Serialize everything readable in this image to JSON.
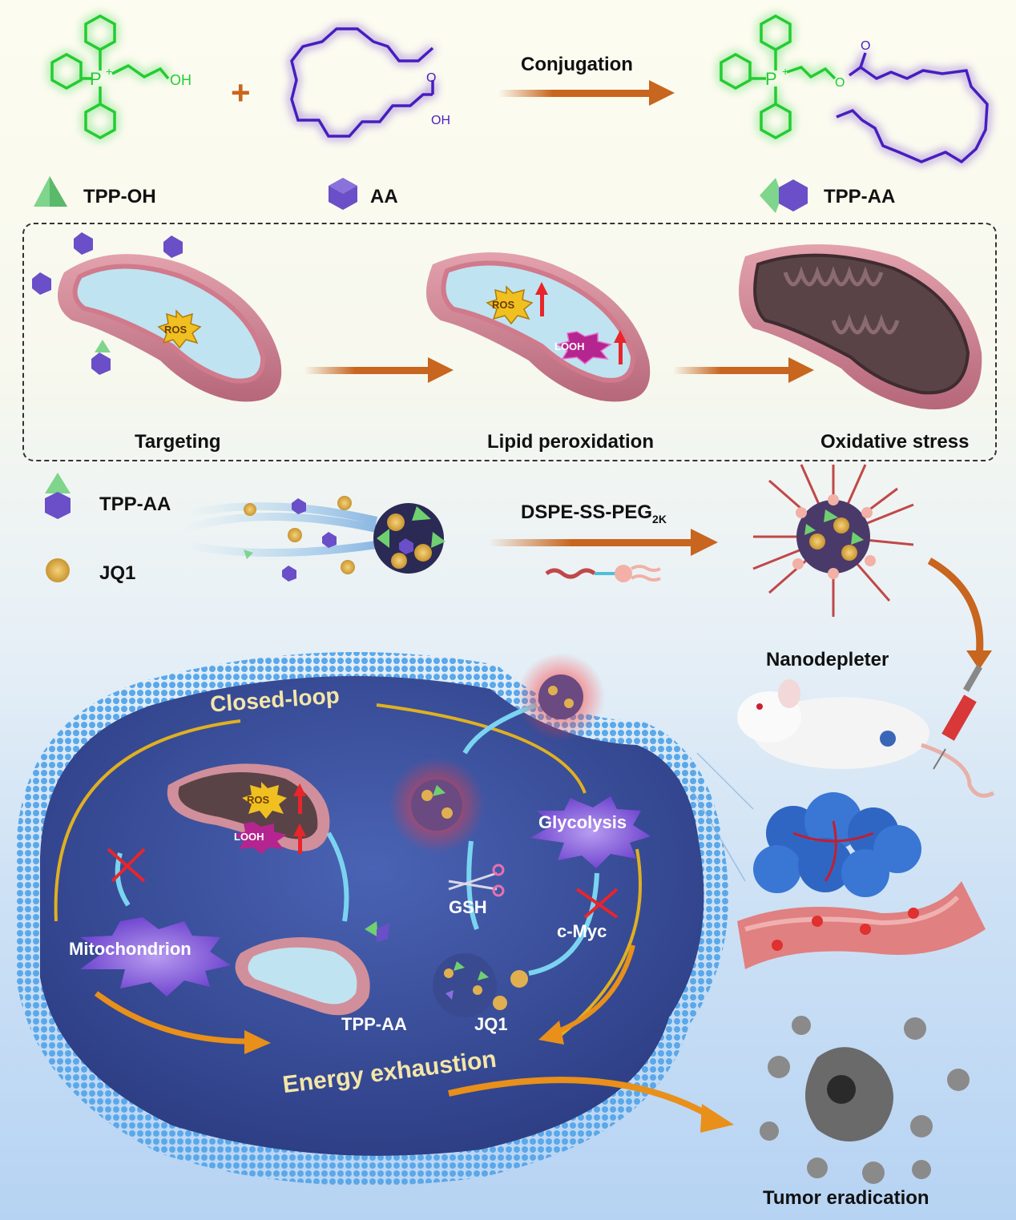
{
  "synthesis": {
    "reactant1": {
      "name": "TPP-OH",
      "charge": "+",
      "p_label": "P",
      "oh_label": "OH",
      "color": "#22cc33"
    },
    "plus": "+",
    "reactant2": {
      "name": "AA",
      "o_label": "O",
      "oh_label": "OH",
      "color": "#5522cc"
    },
    "arrow_label": "Conjugation",
    "product": {
      "name": "TPP-AA",
      "p_label": "P",
      "charge": "+",
      "o_label": "O",
      "o_ester": "O"
    }
  },
  "mito_panel": {
    "steps": [
      "Targeting",
      "Lipid peroxidation",
      "Oxidative stress"
    ],
    "ros_label": "ROS",
    "looh_label": "LOOH"
  },
  "assembly": {
    "legend": [
      {
        "name": "TPP-AA"
      },
      {
        "name": "JQ1"
      }
    ],
    "arrow_label_main": "DSPE-SS-PEG",
    "arrow_label_sub": "2K",
    "product_label": "Nanodepleter"
  },
  "cell": {
    "closed_loop": "Closed-loop",
    "glycolysis": "Glycolysis",
    "mitochondrion": "Mitochondrion",
    "ros": "ROS",
    "looh": "LOOH",
    "gsh": "GSH",
    "cmyc": "c-Myc",
    "tppaa": "TPP-AA",
    "jq1": "JQ1",
    "energy": "Energy exhaustion"
  },
  "outcome": {
    "label": "Tumor eradication"
  },
  "colors": {
    "arrow": "#c8651e",
    "tpp": "#3ecb4f",
    "aa": "#5b3fc4",
    "cell": "#3b4f9c",
    "membrane": "#4a9be0"
  }
}
